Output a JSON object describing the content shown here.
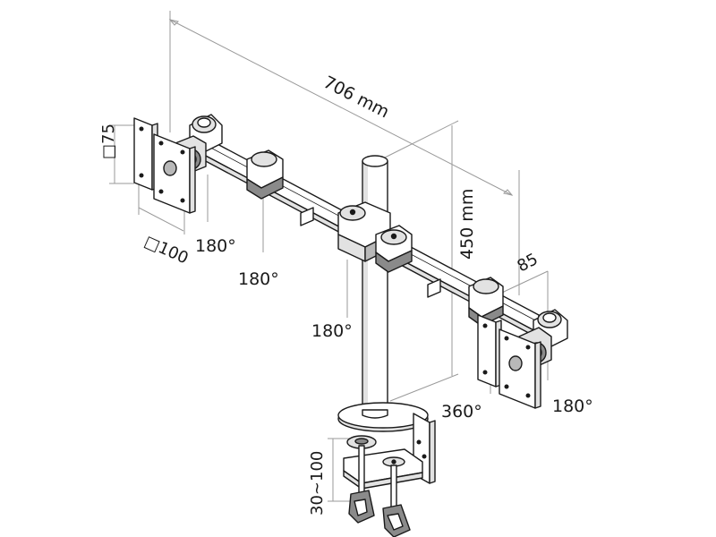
{
  "diagram": {
    "dimensions": {
      "total_width": "706 mm",
      "height": "450 mm",
      "arm_depth": "85",
      "vesa_small": "□75",
      "vesa_large": "□100",
      "clamp_range": "30~100"
    },
    "rotations": {
      "left_tilt": "180°",
      "left_arm_swivel": "180°",
      "center_swivel": "180°",
      "right_arm_swivel": "360°",
      "right_tilt": "180°"
    }
  }
}
